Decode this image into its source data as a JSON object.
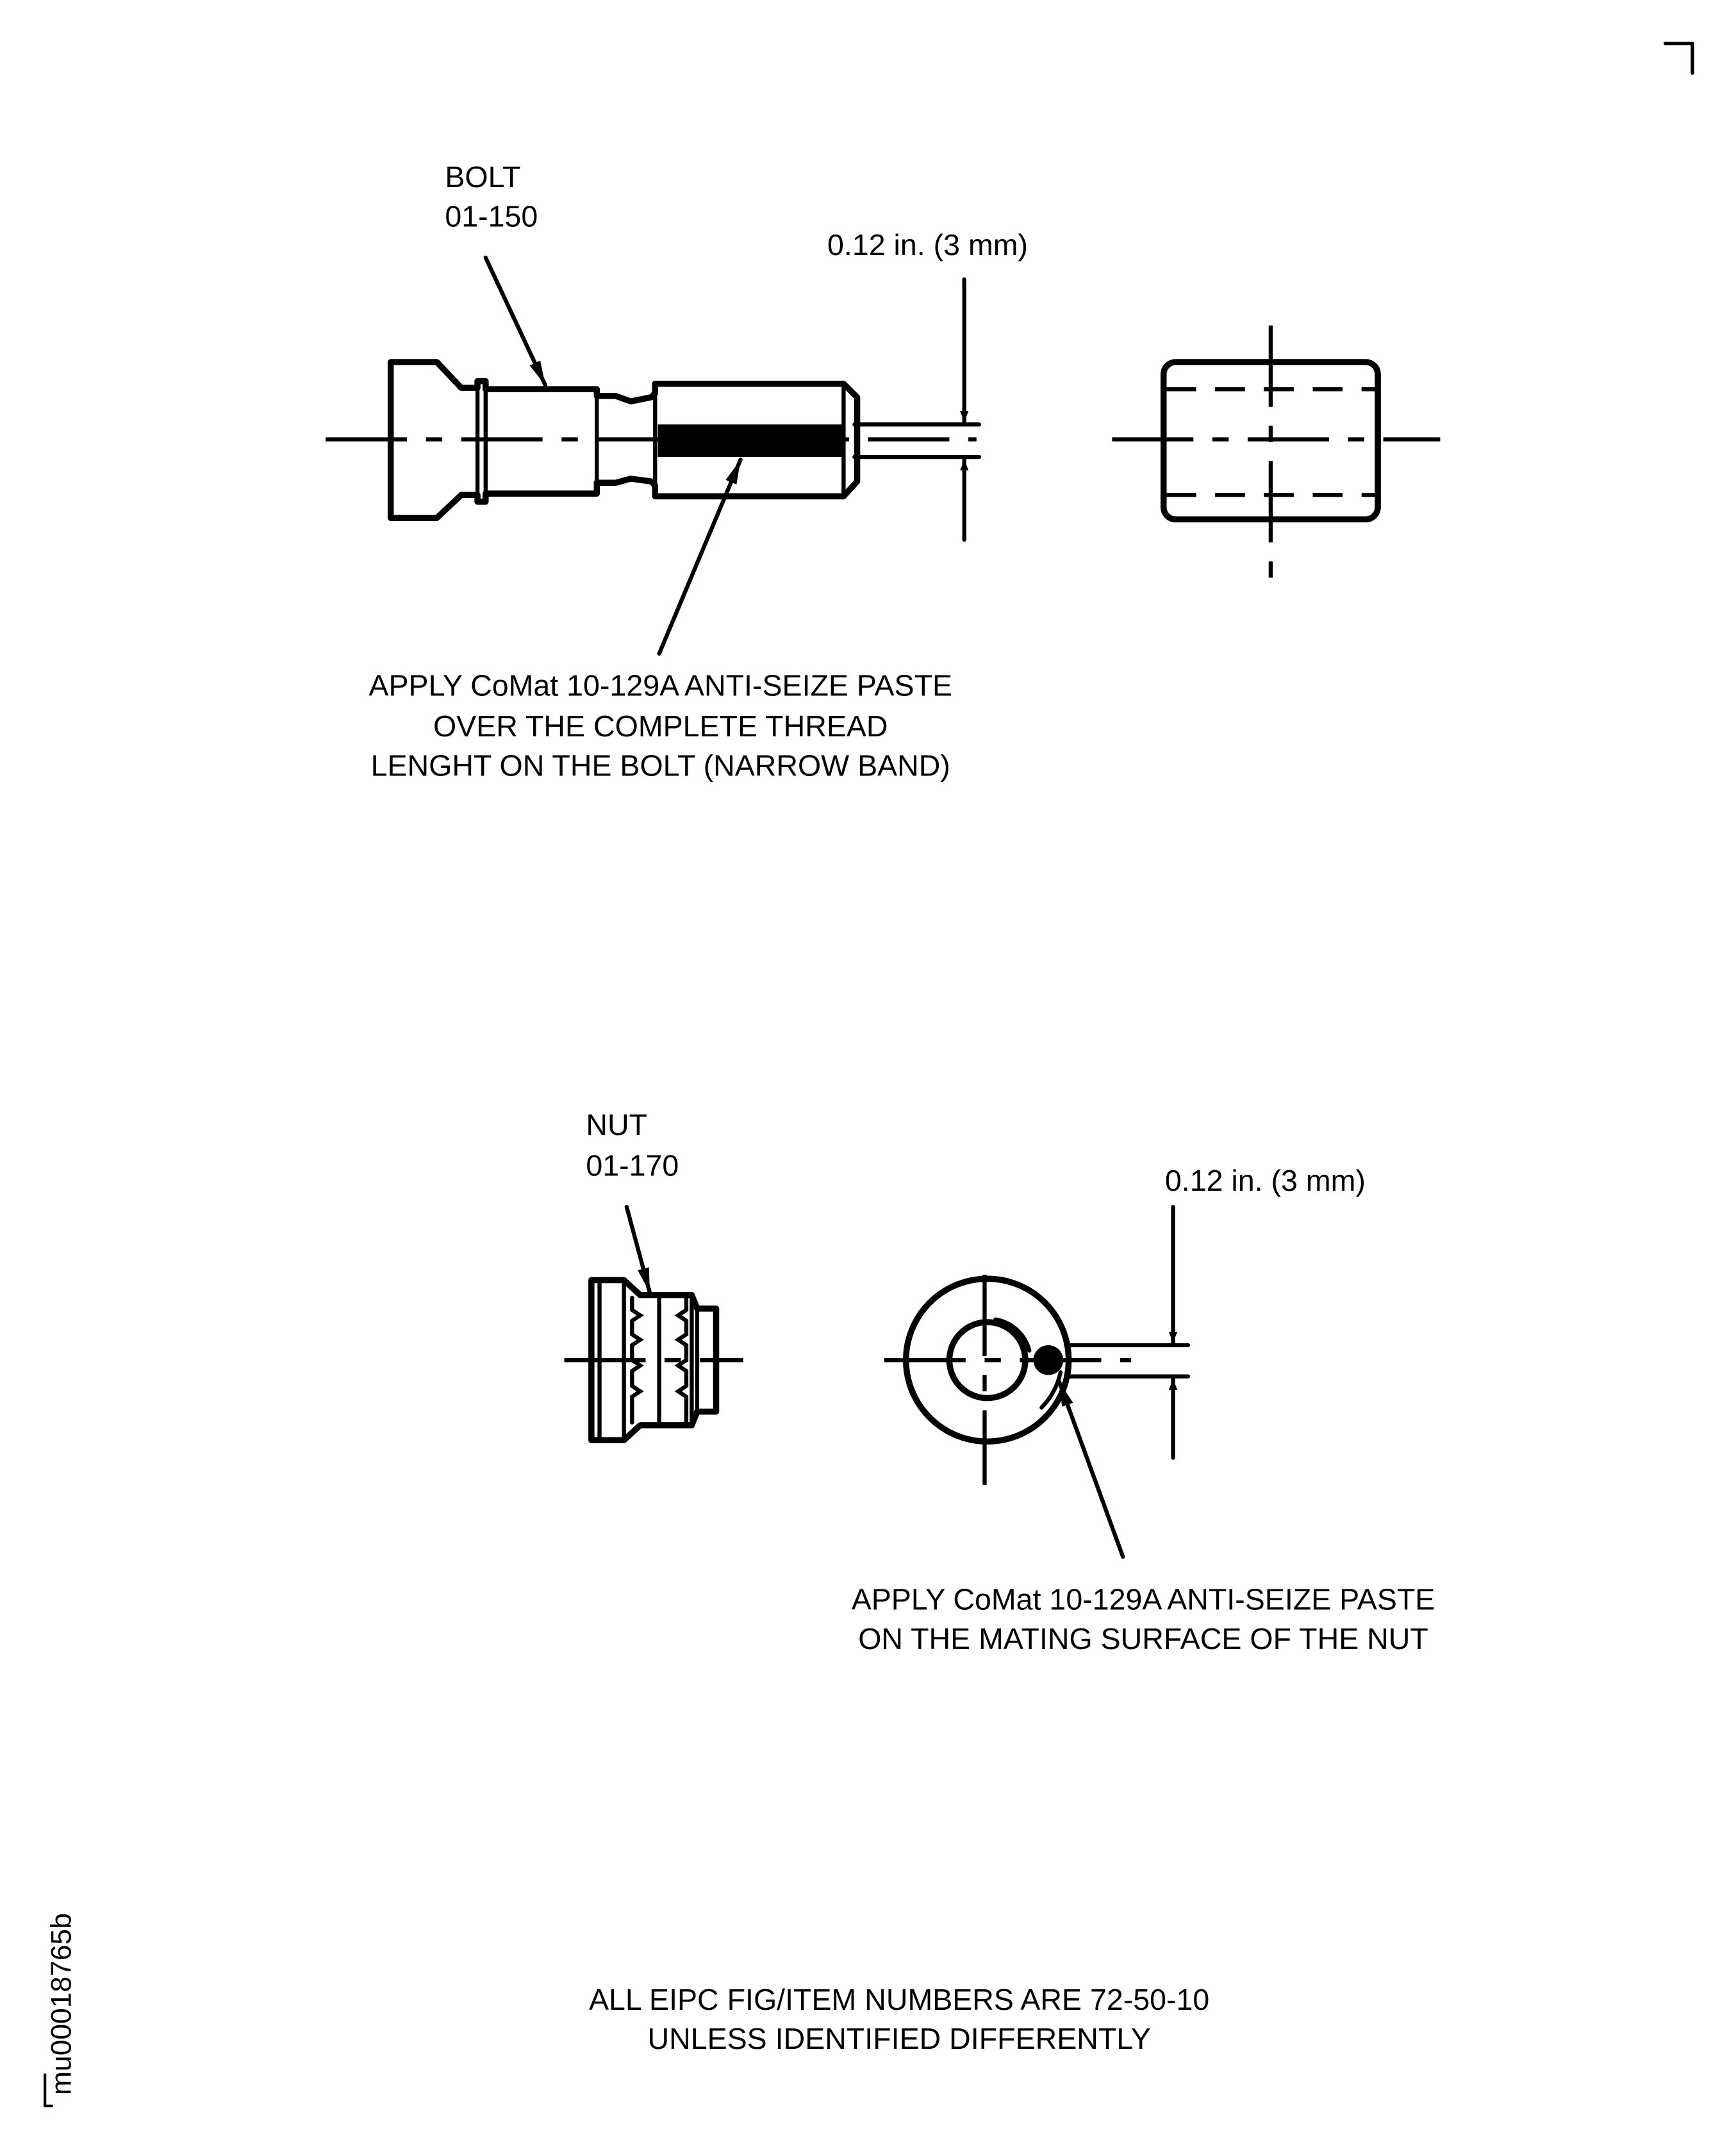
{
  "bolt": {
    "label_name": "BOLT",
    "label_number": "01-150",
    "dimension": "0.12 in. (3 mm)",
    "note": [
      "APPLY CoMat 10-129A ANTI-SEIZE PASTE",
      "OVER THE COMPLETE THREAD",
      "LENGHT ON THE BOLT (NARROW BAND)"
    ]
  },
  "nut": {
    "label_name": "NUT",
    "label_number": "01-170",
    "dimension": "0.12 in. (3 mm)",
    "note": [
      "APPLY CoMat 10-129A ANTI-SEIZE PASTE",
      "ON THE MATING SURFACE OF THE NUT"
    ]
  },
  "footer": [
    "ALL EIPC FIG/ITEM NUMBERS ARE 72-50-10",
    "UNLESS IDENTIFIED DIFFERENTLY"
  ],
  "drawing_id": "mu00018765b"
}
